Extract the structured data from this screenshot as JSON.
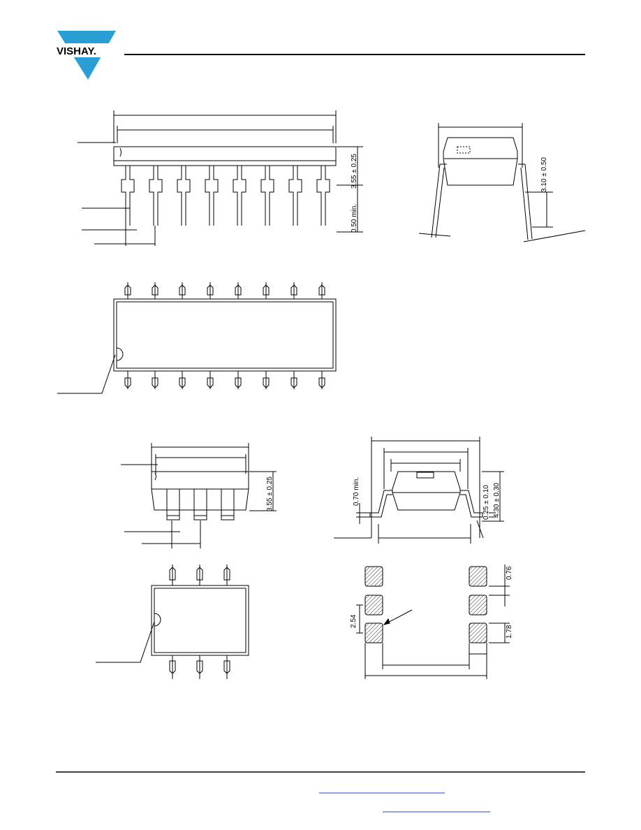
{
  "header": {
    "logo_text": "VISHAY.",
    "brand_color": "#2a9fd6"
  },
  "dip16_front": {
    "height_dim": "3.55 ± 0.25",
    "lead_min": "0.50 min."
  },
  "dip16_side": {
    "lead_dim": "3.10 ± 0.50"
  },
  "smd6_front": {
    "height_dim": "3.55 ± 0.25"
  },
  "smd6_side": {
    "standoff_min": "0.70 min.",
    "lead_thickness": "0.25 ± 0.10",
    "lead_height": "4.30 ± 0.30"
  },
  "footprint": {
    "pad_width": "0.76",
    "pitch": "2.54",
    "pad_length": "1.78",
    "pad_hatch_color": "#000000"
  },
  "colors": {
    "link_underline": "#2a3fd6"
  }
}
